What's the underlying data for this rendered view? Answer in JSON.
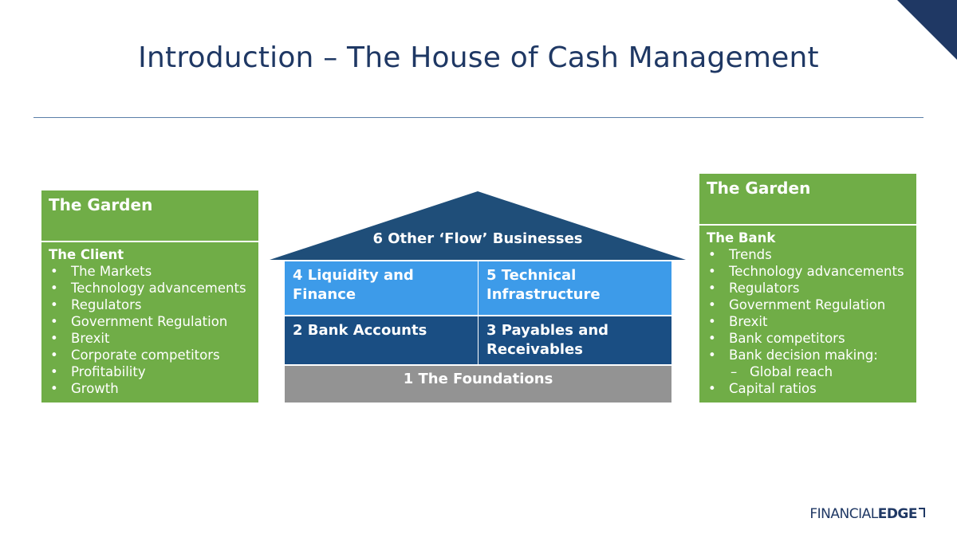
{
  "title": "Introduction – The House of Cash Management",
  "left_panel": {
    "heading": "The Garden",
    "subheading": "The Client",
    "items": [
      "The Markets",
      "Technology advancements",
      "Regulators",
      "Government Regulation",
      "Brexit",
      "Corporate competitors",
      "Profitability",
      "Growth"
    ]
  },
  "right_panel": {
    "heading": "The Garden",
    "subheading": "The Bank",
    "items": [
      "Trends",
      "Technology advancements",
      "Regulators",
      "Government Regulation",
      "Brexit",
      "Bank competitors",
      "Bank decision making:"
    ],
    "subitem": "Global reach",
    "last_item": "Capital ratios"
  },
  "house": {
    "roof": "6 Other ‘Flow’ Businesses",
    "block4": "4 Liquidity and Finance",
    "block5": "5 Technical Infrastructure",
    "block2": "2 Bank Accounts",
    "block3": "3 Payables and Receivables",
    "foundation": "1 The Foundations"
  },
  "logo": {
    "part1": "FINANCIAL",
    "part2": "EDGE"
  },
  "colors": {
    "green": "#70ad47",
    "light_blue": "#3d9be9",
    "dark_blue": "#1a4e83",
    "navy": "#1f3864",
    "grey": "#939393"
  }
}
